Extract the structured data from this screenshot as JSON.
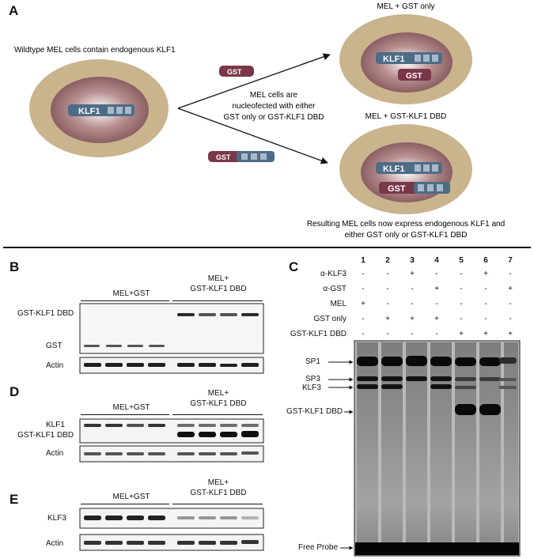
{
  "panel_labels": {
    "a": "A",
    "b": "B",
    "c": "C",
    "d": "D",
    "e": "E"
  },
  "panel_a": {
    "left_caption": "Wildtype MEL cells contain endogenous KLF1",
    "top_right_caption": "MEL + GST only",
    "mid_right_caption": "MEL + GST-KLF1 DBD",
    "center_text_1": "MEL cells are",
    "center_text_2": "nucleofected with either",
    "center_text_3": "GST only or GST-KLF1 DBD",
    "bottom_caption_1": "Resulting MEL cells now express endogenous KLF1 and",
    "bottom_caption_2": "either GST only or GST-KLF1 DBD",
    "klf1_label": "KLF1",
    "gst_label": "GST"
  },
  "panel_b": {
    "group_1": "MEL+GST",
    "group_2_line1": "MEL+",
    "group_2_line2": "GST-KLF1 DBD",
    "row_labels": [
      "GST-KLF1 DBD",
      "GST",
      "Actin"
    ]
  },
  "panel_d": {
    "group_1": "MEL+GST",
    "group_2_line1": "MEL+",
    "group_2_line2": "GST-KLF1 DBD",
    "row_labels": [
      "KLF1",
      "GST-KLF1 DBD",
      "Actin"
    ]
  },
  "panel_e": {
    "group_1": "MEL+GST",
    "group_2_line1": "MEL+",
    "group_2_line2": "GST-KLF1 DBD",
    "row_labels": [
      "KLF3",
      "Actin"
    ]
  },
  "panel_c": {
    "lanes": [
      "1",
      "2",
      "3",
      "4",
      "5",
      "6",
      "7"
    ],
    "conditions": [
      {
        "label": "α-KLF3",
        "marks": [
          "-",
          "-",
          "+",
          "-",
          "-",
          "+",
          "-"
        ]
      },
      {
        "label": "α-GST",
        "marks": [
          "-",
          "-",
          "-",
          "+",
          "-",
          "-",
          "+"
        ]
      },
      {
        "label": "MEL",
        "marks": [
          "+",
          "-",
          "-",
          "-",
          "-",
          "-",
          "-"
        ]
      },
      {
        "label": "GST only",
        "marks": [
          "-",
          "+",
          "+",
          "+",
          "-",
          "-",
          "-"
        ]
      },
      {
        "label": "GST-KLF1 DBD",
        "marks": [
          "-",
          "-",
          "-",
          "-",
          "+",
          "+",
          "+"
        ]
      }
    ],
    "band_labels": {
      "sp1": "SP1",
      "sp3": "SP3",
      "klf3": "KLF3",
      "gst_klf1_dbd": "GST-KLF1 DBD",
      "free_probe": "Free Probe"
    }
  },
  "colors": {
    "cell_outer": "#c9b48e",
    "nucleus": "#8b5f62",
    "klf1_bar": "#4d6c86",
    "gst_bar": "#7a3747",
    "gel_bg": "#b9b9b9"
  }
}
